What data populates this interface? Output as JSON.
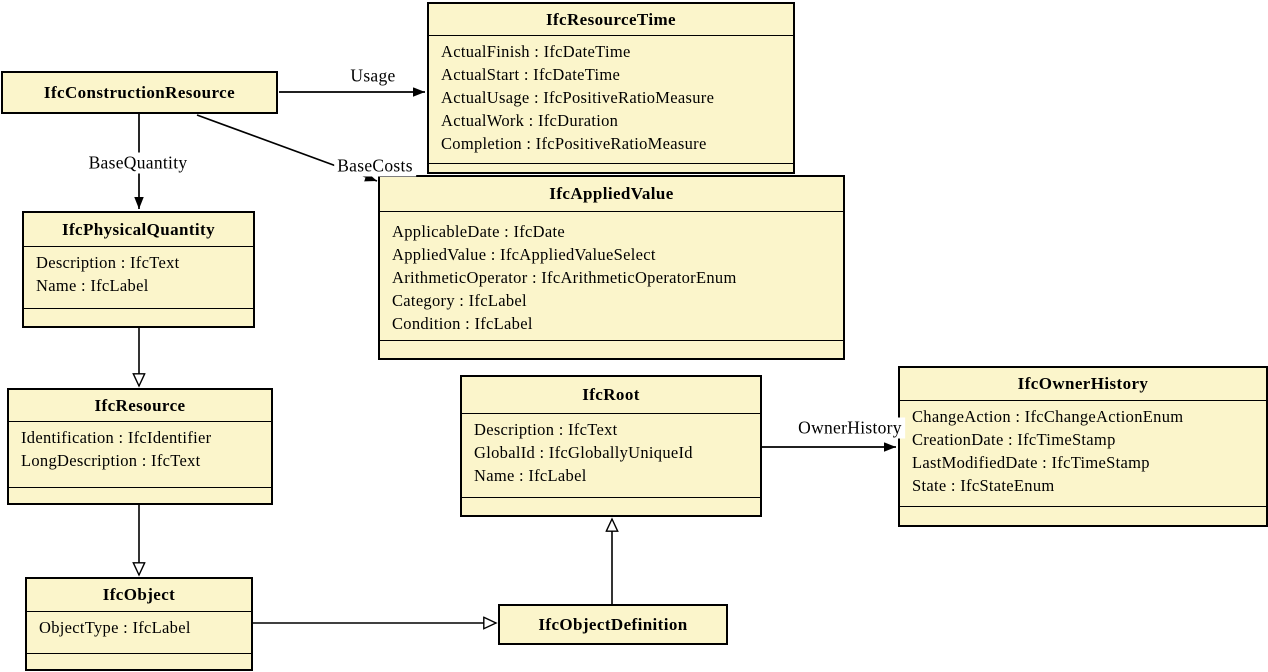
{
  "colors": {
    "canvas_bg": "#FFFFFF",
    "box_fill": "#FBF5CB",
    "box_border": "#000000",
    "text": "#000000",
    "label_bg": "#FFFFFF"
  },
  "classes": [
    {
      "name": "IfcConstructionResource",
      "attributes": []
    },
    {
      "name": "IfcResourceTime",
      "attributes": [
        "ActualFinish : IfcDateTime",
        "ActualStart : IfcDateTime",
        "ActualUsage : IfcPositiveRatioMeasure",
        "ActualWork : IfcDuration",
        "Completion : IfcPositiveRatioMeasure"
      ]
    },
    {
      "name": "IfcAppliedValue",
      "attributes": [
        "ApplicableDate : IfcDate",
        "AppliedValue : IfcAppliedValueSelect",
        "ArithmeticOperator : IfcArithmeticOperatorEnum",
        "Category : IfcLabel",
        "Condition : IfcLabel"
      ]
    },
    {
      "name": "IfcPhysicalQuantity",
      "attributes": [
        "Description : IfcText",
        "Name : IfcLabel"
      ]
    },
    {
      "name": "IfcResource",
      "attributes": [
        "Identification : IfcIdentifier",
        "LongDescription : IfcText"
      ]
    },
    {
      "name": "IfcObject",
      "attributes": [
        "ObjectType : IfcLabel"
      ]
    },
    {
      "name": "IfcRoot",
      "attributes": [
        "Description : IfcText",
        "GlobalId : IfcGloballyUniqueId",
        "Name : IfcLabel"
      ]
    },
    {
      "name": "IfcOwnerHistory",
      "attributes": [
        "ChangeAction : IfcChangeActionEnum",
        "CreationDate : IfcTimeStamp",
        "LastModifiedDate : IfcTimeStamp",
        "State : IfcStateEnum"
      ]
    },
    {
      "name": "IfcObjectDefinition",
      "attributes": []
    }
  ],
  "relationships": [
    {
      "label": "Usage",
      "from": "IfcConstructionResource",
      "to": "IfcResourceTime",
      "arrow": "filled"
    },
    {
      "label": "BaseQuantity",
      "from": "IfcConstructionResource",
      "to": "IfcPhysicalQuantity",
      "arrow": "filled"
    },
    {
      "label": "BaseCosts",
      "from": "IfcConstructionResource",
      "to": "IfcAppliedValue",
      "arrow": "filled"
    },
    {
      "label": "OwnerHistory",
      "from": "IfcRoot",
      "to": "IfcOwnerHistory",
      "arrow": "filled"
    },
    {
      "label": "",
      "from": "IfcPhysicalQuantity",
      "to": "IfcResource",
      "arrow": "open"
    },
    {
      "label": "",
      "from": "IfcResource",
      "to": "IfcObject",
      "arrow": "open"
    },
    {
      "label": "",
      "from": "IfcObject",
      "to": "IfcObjectDefinition",
      "arrow": "open"
    },
    {
      "label": "",
      "from": "IfcObjectDefinition",
      "to": "IfcRoot",
      "arrow": "open"
    }
  ]
}
